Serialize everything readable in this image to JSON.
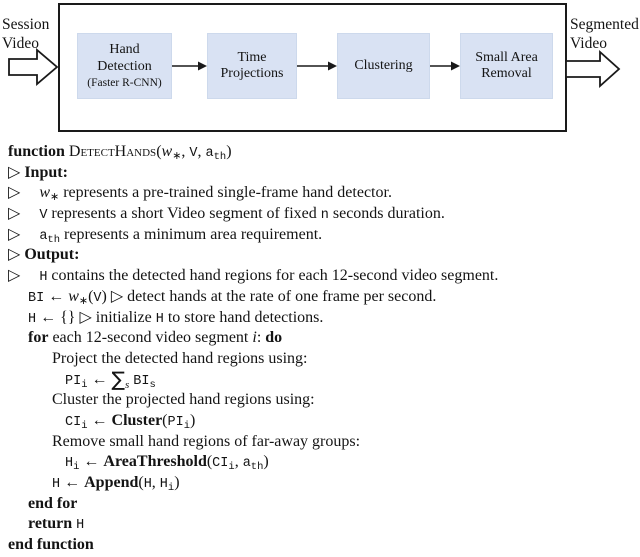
{
  "figure": {
    "colors": {
      "stage_fill": "#d9e2f3",
      "frame_border": "#1a1a1a",
      "text": "#141414",
      "background": "#ffffff"
    },
    "diagram": {
      "input_label": "Session\nVideo",
      "output_label": "Segmented\nVideo",
      "stages": [
        {
          "label": "Hand\nDetection",
          "sublabel": "(Faster R-CNN)"
        },
        {
          "label": "Time\nProjections"
        },
        {
          "label": "Clustering"
        },
        {
          "label": "Small Area\nRemoval"
        }
      ]
    },
    "pseudocode": {
      "lines": [
        {
          "indent": 0,
          "segs": [
            {
              "t": "function ",
              "s": "b"
            },
            {
              "t": "DetectHands",
              "s": "sc"
            },
            {
              "t": "(",
              "s": "r"
            },
            {
              "t": "w",
              "s": "i"
            },
            {
              "t": "∗",
              "s": "sub"
            },
            {
              "t": ", ",
              "s": "r"
            },
            {
              "t": "V",
              "s": "m"
            },
            {
              "t": ", ",
              "s": "r"
            },
            {
              "t": "a",
              "s": "m"
            },
            {
              "t": "th",
              "s": "msub"
            },
            {
              "t": ")",
              "s": "r"
            }
          ]
        },
        {
          "indent": 0,
          "segs": [
            {
              "t": "▷ ",
              "s": "r"
            },
            {
              "t": "Input:",
              "s": "b"
            }
          ]
        },
        {
          "indent": 0,
          "segs": [
            {
              "t": "▷",
              "s": "r"
            },
            {
              "t": " ",
              "s": "gap"
            },
            {
              "t": "w",
              "s": "i"
            },
            {
              "t": "∗",
              "s": "sub"
            },
            {
              "t": " represents a pre-trained single-frame hand detector.",
              "s": "r"
            }
          ]
        },
        {
          "indent": 0,
          "segs": [
            {
              "t": "▷",
              "s": "r"
            },
            {
              "t": " ",
              "s": "gap"
            },
            {
              "t": "V",
              "s": "m"
            },
            {
              "t": " represents a short Video segment of fixed ",
              "s": "r"
            },
            {
              "t": "n",
              "s": "m"
            },
            {
              "t": " seconds duration.",
              "s": "r"
            }
          ]
        },
        {
          "indent": 0,
          "segs": [
            {
              "t": "▷",
              "s": "r"
            },
            {
              "t": " ",
              "s": "gap"
            },
            {
              "t": "a",
              "s": "m"
            },
            {
              "t": "th",
              "s": "msub"
            },
            {
              "t": " represents a minimum area requirement.",
              "s": "r"
            }
          ]
        },
        {
          "indent": 0,
          "segs": [
            {
              "t": "▷ ",
              "s": "r"
            },
            {
              "t": "Output:",
              "s": "b"
            }
          ]
        },
        {
          "indent": 0,
          "segs": [
            {
              "t": "▷",
              "s": "r"
            },
            {
              "t": " ",
              "s": "gap"
            },
            {
              "t": "H",
              "s": "m"
            },
            {
              "t": " contains the detected hand regions for each 12-second video segment.",
              "s": "r"
            }
          ]
        },
        {
          "indent": 1,
          "segs": [
            {
              "t": "BI",
              "s": "m"
            },
            {
              "t": " ← ",
              "s": "r"
            },
            {
              "t": "w",
              "s": "i"
            },
            {
              "t": "∗",
              "s": "sub"
            },
            {
              "t": "(",
              "s": "r"
            },
            {
              "t": "V",
              "s": "m"
            },
            {
              "t": ") ▷ detect hands at the rate of one frame per second.",
              "s": "r"
            }
          ]
        },
        {
          "indent": 1,
          "segs": [
            {
              "t": "H",
              "s": "m"
            },
            {
              "t": " ← {} ▷ initialize ",
              "s": "r"
            },
            {
              "t": "H",
              "s": "m"
            },
            {
              "t": " to store hand detections.",
              "s": "r"
            }
          ]
        },
        {
          "indent": 1,
          "segs": [
            {
              "t": "for",
              "s": "b"
            },
            {
              "t": " each 12-second video segment ",
              "s": "r"
            },
            {
              "t": "i",
              "s": "i"
            },
            {
              "t": ": ",
              "s": "r"
            },
            {
              "t": "do",
              "s": "b"
            }
          ]
        },
        {
          "indent": 2,
          "segs": [
            {
              "t": "Project the detected hand regions using:",
              "s": "r"
            }
          ]
        },
        {
          "indent": 3,
          "segs": [
            {
              "t": "PI",
              "s": "m"
            },
            {
              "t": "i",
              "s": "msub"
            },
            {
              "t": " ← ",
              "s": "r"
            },
            {
              "t": "∑",
              "s": "sum"
            },
            {
              "t": "s",
              "s": "isub"
            },
            {
              "t": " ",
              "s": "r"
            },
            {
              "t": "BI",
              "s": "m"
            },
            {
              "t": "s",
              "s": "msub"
            }
          ]
        },
        {
          "indent": 2,
          "segs": [
            {
              "t": "Cluster the projected hand regions using:",
              "s": "r"
            }
          ]
        },
        {
          "indent": 3,
          "segs": [
            {
              "t": "CI",
              "s": "m"
            },
            {
              "t": "i",
              "s": "msub"
            },
            {
              "t": " ← ",
              "s": "r"
            },
            {
              "t": "Cluster",
              "s": "b"
            },
            {
              "t": "(",
              "s": "r"
            },
            {
              "t": "PI",
              "s": "m"
            },
            {
              "t": "i",
              "s": "msub"
            },
            {
              "t": ")",
              "s": "r"
            }
          ]
        },
        {
          "indent": 2,
          "segs": [
            {
              "t": "Remove small hand regions of far-away groups:",
              "s": "r"
            }
          ]
        },
        {
          "indent": 3,
          "segs": [
            {
              "t": "H",
              "s": "m"
            },
            {
              "t": "i",
              "s": "msub"
            },
            {
              "t": " ← ",
              "s": "r"
            },
            {
              "t": "AreaThreshold",
              "s": "b"
            },
            {
              "t": "(",
              "s": "r"
            },
            {
              "t": "CI",
              "s": "m"
            },
            {
              "t": "i",
              "s": "msub"
            },
            {
              "t": ", ",
              "s": "r"
            },
            {
              "t": "a",
              "s": "m"
            },
            {
              "t": "th",
              "s": "msub"
            },
            {
              "t": ")",
              "s": "r"
            }
          ]
        },
        {
          "indent": 2,
          "segs": [
            {
              "t": "H",
              "s": "m"
            },
            {
              "t": " ← ",
              "s": "r"
            },
            {
              "t": "Append",
              "s": "b"
            },
            {
              "t": "(",
              "s": "r"
            },
            {
              "t": "H",
              "s": "m"
            },
            {
              "t": ", ",
              "s": "r"
            },
            {
              "t": "H",
              "s": "m"
            },
            {
              "t": "i",
              "s": "msub"
            },
            {
              "t": ")",
              "s": "r"
            }
          ]
        },
        {
          "indent": 1,
          "segs": [
            {
              "t": "end for",
              "s": "b"
            }
          ]
        },
        {
          "indent": 1,
          "segs": [
            {
              "t": "return",
              "s": "b"
            },
            {
              "t": " ",
              "s": "r"
            },
            {
              "t": "H",
              "s": "m"
            }
          ]
        },
        {
          "indent": 0,
          "segs": [
            {
              "t": "end function",
              "s": "b"
            }
          ]
        }
      ]
    }
  }
}
